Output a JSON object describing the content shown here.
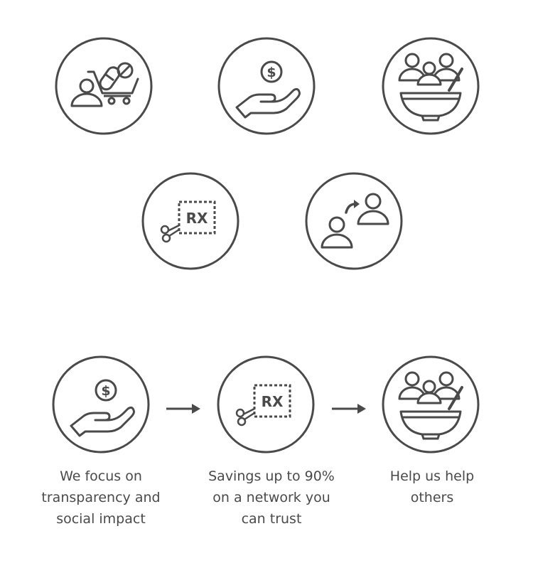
{
  "icons": {
    "dollar_symbol": "$",
    "rx_label": "RX"
  },
  "steps": [
    {
      "caption": "We focus on\ntransparency and\nsocial impact"
    },
    {
      "caption": "Savings up to 90%\non a network you\ncan trust"
    },
    {
      "caption": "Help us help\nothers"
    }
  ],
  "colors": {
    "stroke": "#4a4a4a",
    "background": "#ffffff"
  }
}
